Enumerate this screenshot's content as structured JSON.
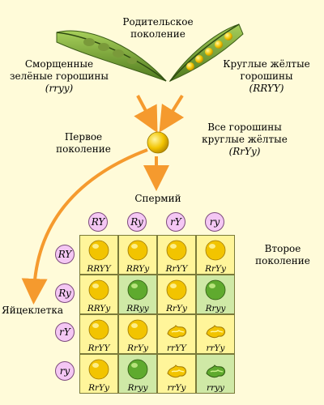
{
  "parental": {
    "title_line1": "Родительское",
    "title_line2": "поколение",
    "left_line1": "Сморщенные",
    "left_line2": "зелёные горошины",
    "left_genotype": "(rryy)",
    "right_line1": "Круглые жёлтые",
    "right_line2": "горошины",
    "right_genotype": "(RRYY)"
  },
  "first_gen": {
    "label_line1": "Первое",
    "label_line2": "поколение",
    "desc_line1": "Все горошины",
    "desc_line2": "круглые жёлтые",
    "desc_genotype": "(RrYy)"
  },
  "sperm_label": "Спермий",
  "egg_label": "Яйцеклетка",
  "second_gen": {
    "line1": "Второе",
    "line2": "поколение"
  },
  "sperm_gametes": [
    "RY",
    "Ry",
    "rY",
    "ry"
  ],
  "egg_gametes": [
    "RY",
    "Ry",
    "rY",
    "ry"
  ],
  "punnett": [
    [
      {
        "genotype": "RRYY",
        "pea": "round-yellow"
      },
      {
        "genotype": "RRYy",
        "pea": "round-yellow"
      },
      {
        "genotype": "RrYY",
        "pea": "round-yellow"
      },
      {
        "genotype": "RrYy",
        "pea": "round-yellow"
      }
    ],
    [
      {
        "genotype": "RRYy",
        "pea": "round-yellow"
      },
      {
        "genotype": "RRyy",
        "pea": "round-green"
      },
      {
        "genotype": "RrYy",
        "pea": "round-yellow"
      },
      {
        "genotype": "Rryy",
        "pea": "round-green"
      }
    ],
    [
      {
        "genotype": "RrYY",
        "pea": "round-yellow"
      },
      {
        "genotype": "RrYy",
        "pea": "round-yellow"
      },
      {
        "genotype": "rrYY",
        "pea": "wrinkled-yellow"
      },
      {
        "genotype": "rrYy",
        "pea": "wrinkled-yellow"
      }
    ],
    [
      {
        "genotype": "RrYy",
        "pea": "round-yellow"
      },
      {
        "genotype": "Rryy",
        "pea": "round-green"
      },
      {
        "genotype": "rrYy",
        "pea": "wrinkled-yellow"
      },
      {
        "genotype": "rryy",
        "pea": "wrinkled-green"
      }
    ]
  ],
  "colors": {
    "background": "#fffbd9",
    "arrow": "#f59a2e",
    "pill_fill": "#f4c7f4",
    "yellow_cell": "#fff59a",
    "green_cell": "#cfe9a6",
    "grid_line": "#7a7a3a"
  }
}
